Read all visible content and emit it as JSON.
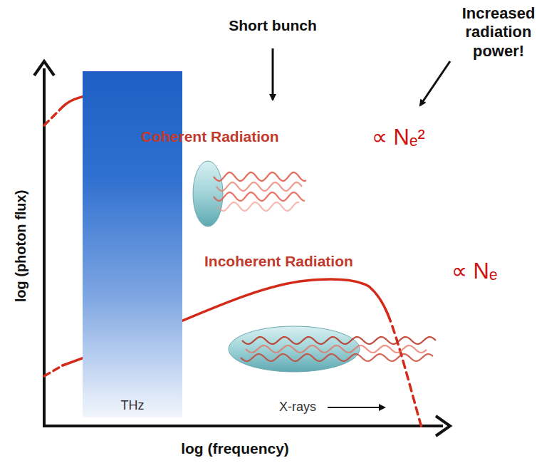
{
  "diagram": {
    "nodes": [
      {
        "text": [
          "THz"
        ]
      }
    ],
    "labels": [
      "Short bunch",
      "Increased radiation power!",
      "Coherent Radiation",
      "∝ Nₑ²",
      "Incoherent Radiation",
      "∝ Nₑ",
      "log (photon flux)",
      "log (frequency)",
      "X-rays"
    ]
  }
}
